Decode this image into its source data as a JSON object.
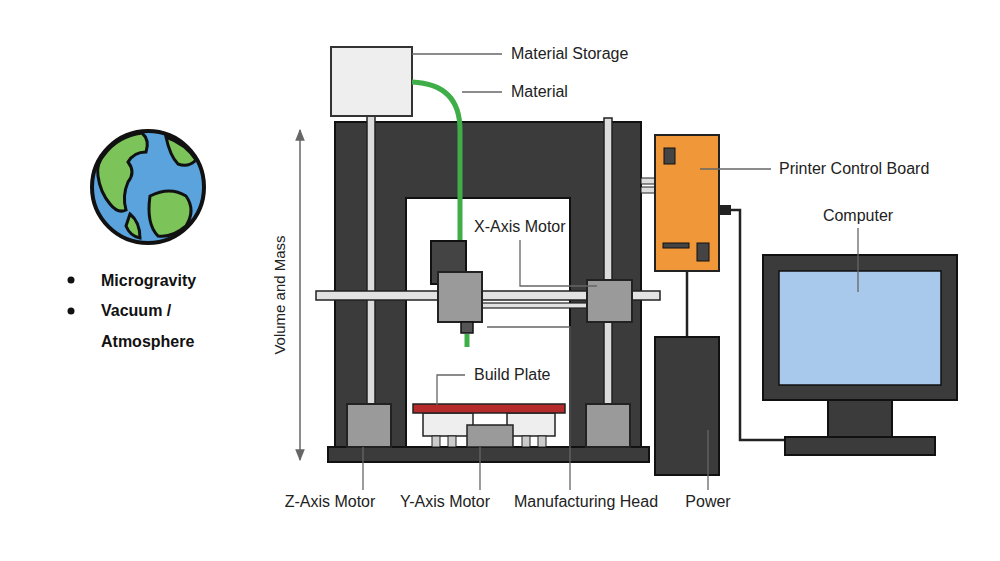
{
  "diagram": {
    "labels": [
      "Material Storage",
      "Material",
      "Printer Control Board",
      "Computer",
      "X-Axis Motor",
      "Microgravity",
      "Vacuum / Atmosphere",
      "Volume and Mass",
      "Build Plate",
      "Z-Axis Motor",
      "Y-Axis Motor",
      "Manufacturing Head",
      "Power"
    ]
  }
}
